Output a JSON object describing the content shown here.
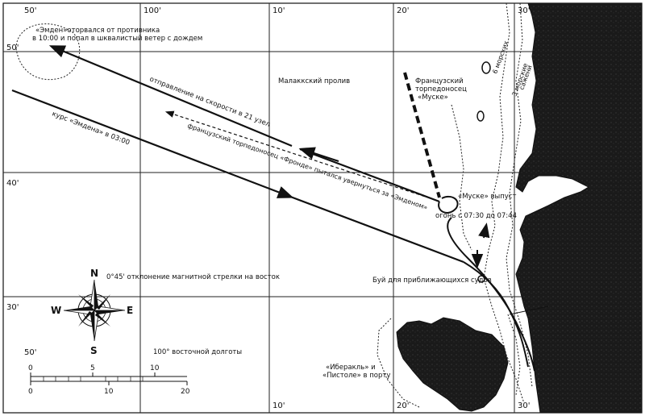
{
  "grid": {
    "top_labels": [
      "50'",
      "100'",
      "10'",
      "20'",
      "30'"
    ],
    "bottom_labels": [
      "10'",
      "20'",
      "30'"
    ],
    "left_labels": [
      "50'",
      "40'",
      "30'"
    ],
    "bottom_row_labels": [
      "50'",
      "100° восточной долготы"
    ]
  },
  "labels": {
    "emden_broke_away": "«Эмден»оторвался от противника",
    "emden_broke_away_2": "в 10:00 и попал в шквалистый ветер с дождем",
    "malacca_strait": "Малаккский пролив",
    "departure": "отправление на скорости в 21 узел",
    "course": "курс «Эмдена» в 03:00",
    "french_pursuit": "французский торпедоносец «Фронде» пытался увернуться за «Эмденом»",
    "french_torpedo_1": "Французский",
    "french_torpedo_2": "торпедоносец",
    "french_torpedo_3": "«Муске»",
    "musket_fire": "«Муске» выпуст",
    "fire_time": "огонь с 07:30 до 07:44",
    "buoy": "Буй для приближающихся судов",
    "iberakl_1": "«Иберакль» и",
    "iberakl_2": "«Пистоле» в порту",
    "depth_6": "6 морских",
    "depth_3": "3 морские",
    "sazhen": "сажени",
    "magnetic": "0°45' отклонение магнитной стрелки на восток"
  },
  "compass": {
    "n": "N",
    "s": "S",
    "e": "E",
    "w": "W"
  },
  "scale": {
    "top_ticks": [
      "0",
      "5",
      "10"
    ],
    "bottom_ticks": [
      "0",
      "10",
      "20"
    ]
  },
  "colors": {
    "ink": "#111111",
    "land": "#1a1a1a",
    "paper": "#ffffff"
  }
}
